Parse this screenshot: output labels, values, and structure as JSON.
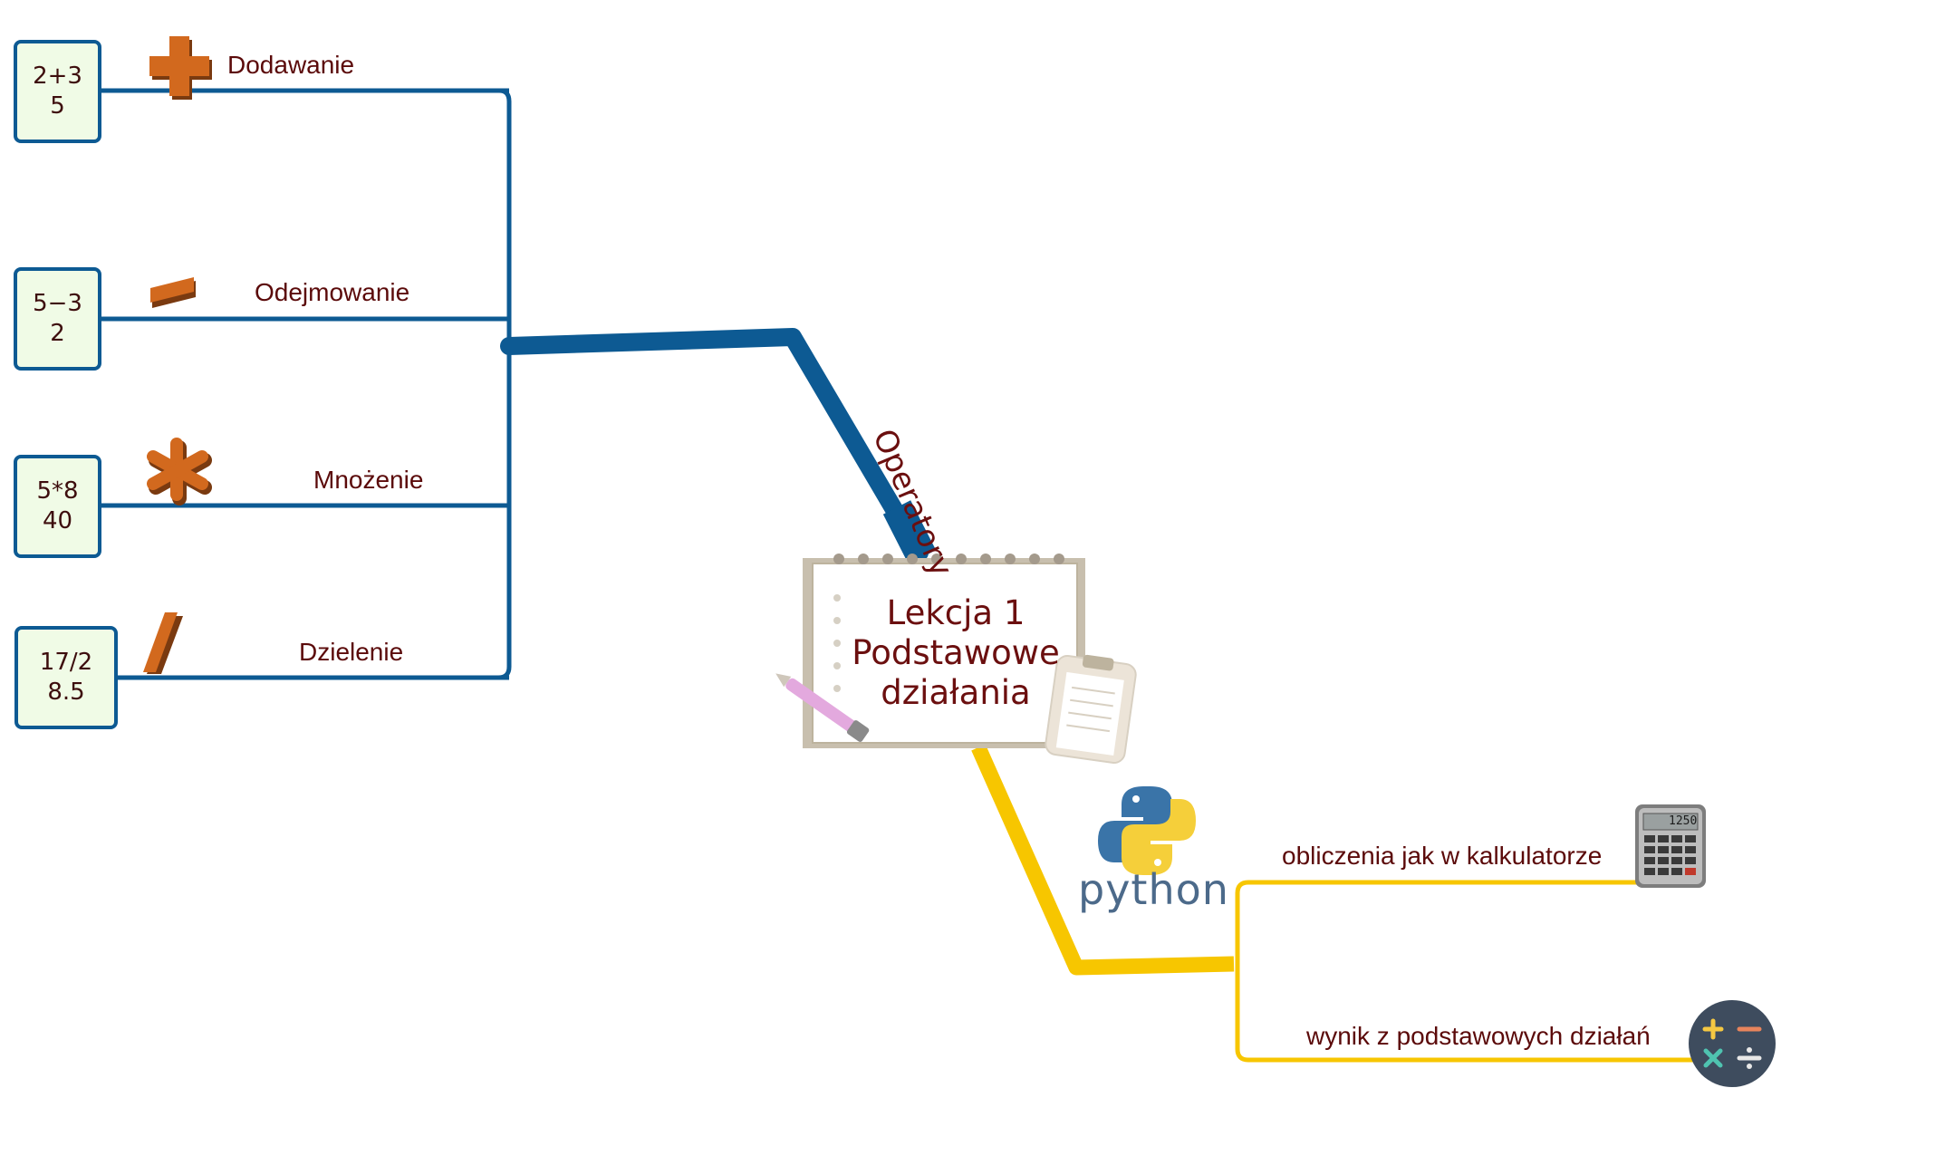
{
  "mindmap": {
    "central_topic": {
      "line1": "Lekcja 1",
      "line2": "Podstawowe",
      "line3": "działania"
    },
    "branch_operators": {
      "label": "Operatory",
      "color": "#0d5a93",
      "items": [
        {
          "label": "Dodawanie",
          "symbol": "+",
          "example_expr": "2+3",
          "example_result": "5"
        },
        {
          "label": "Odejmowanie",
          "symbol": "−",
          "example_expr": "5−3",
          "example_result": "2"
        },
        {
          "label": "Mnożenie",
          "symbol": "*",
          "example_expr": "5*8",
          "example_result": "40"
        },
        {
          "label": "Dzielenie",
          "symbol": "/",
          "example_expr": "17/2",
          "example_result": "8.5"
        }
      ]
    },
    "branch_python": {
      "logo_text": "python",
      "color": "#f7c600",
      "items": [
        {
          "label": "obliczenia jak w kalkulatorze",
          "icon": "calculator-icon",
          "display": "1250"
        },
        {
          "label": "wynik z podstawowych działań",
          "icon": "math-operations-icon"
        }
      ]
    }
  }
}
